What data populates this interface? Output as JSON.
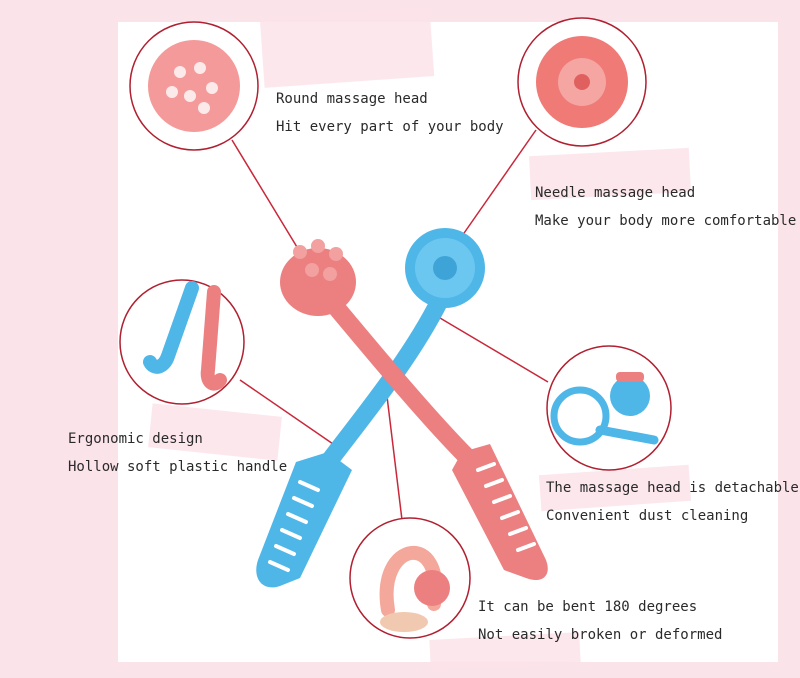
{
  "features": [
    {
      "title": "Round massage head",
      "desc": "Hit every part of your body"
    },
    {
      "title": "Needle massage head",
      "desc": "Make your body more comfortable"
    },
    {
      "title": "Ergonomic design",
      "desc": "Hollow soft plastic handle"
    },
    {
      "title": "The massage head is detachable",
      "desc": "Convenient dust cleaning"
    },
    {
      "title": "It can be bent 180 degrees",
      "desc": "Not easily broken or deformed"
    }
  ],
  "colors": {
    "pink": "#ec7f80",
    "blue": "#4fb6e8",
    "callout_line": "#c8283a",
    "background": "#fbe3ea"
  }
}
